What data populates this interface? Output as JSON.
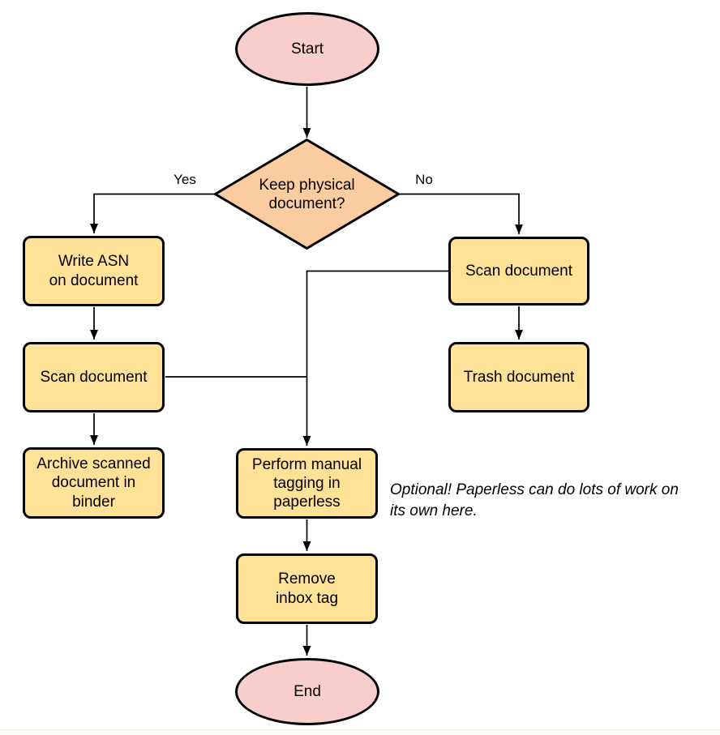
{
  "diagram": {
    "title_semantic": "Paperless document intake flowchart",
    "background": "#ffffff",
    "palette": {
      "terminator_fill": "#f8cecc",
      "decision_fill": "#fbcc9f",
      "process_fill": "#ffe298",
      "stroke": "#000000",
      "text": "#000000"
    },
    "nodes": {
      "start": {
        "type": "terminator",
        "label": "Start"
      },
      "decision": {
        "type": "decision",
        "label": "Keep physical\ndocument?"
      },
      "write_asn": {
        "type": "process",
        "label": "Write ASN\non document"
      },
      "scan_left": {
        "type": "process",
        "label": "Scan document"
      },
      "archive": {
        "type": "process",
        "label": "Archive scanned\ndocument in\nbinder"
      },
      "scan_right": {
        "type": "process",
        "label": "Scan document"
      },
      "trash": {
        "type": "process",
        "label": "Trash document"
      },
      "tagging": {
        "type": "process",
        "label": "Perform manual\ntagging in\npaperless"
      },
      "remove_inbox": {
        "type": "process",
        "label": "Remove\ninbox tag"
      },
      "end": {
        "type": "terminator",
        "label": "End"
      }
    },
    "edges": [
      {
        "from": "start",
        "to": "decision",
        "label": ""
      },
      {
        "from": "decision",
        "to": "write_asn",
        "label": "Yes"
      },
      {
        "from": "decision",
        "to": "scan_right",
        "label": "No"
      },
      {
        "from": "write_asn",
        "to": "scan_left",
        "label": ""
      },
      {
        "from": "scan_left",
        "to": "archive",
        "label": ""
      },
      {
        "from": "scan_left",
        "to": "tagging",
        "label": ""
      },
      {
        "from": "scan_right",
        "to": "trash",
        "label": ""
      },
      {
        "from": "scan_right",
        "to": "tagging",
        "label": ""
      },
      {
        "from": "tagging",
        "to": "remove_inbox",
        "label": ""
      },
      {
        "from": "remove_inbox",
        "to": "end",
        "label": ""
      }
    ],
    "annotation": "Optional! Paperless can do lots of work on\nits own here."
  }
}
